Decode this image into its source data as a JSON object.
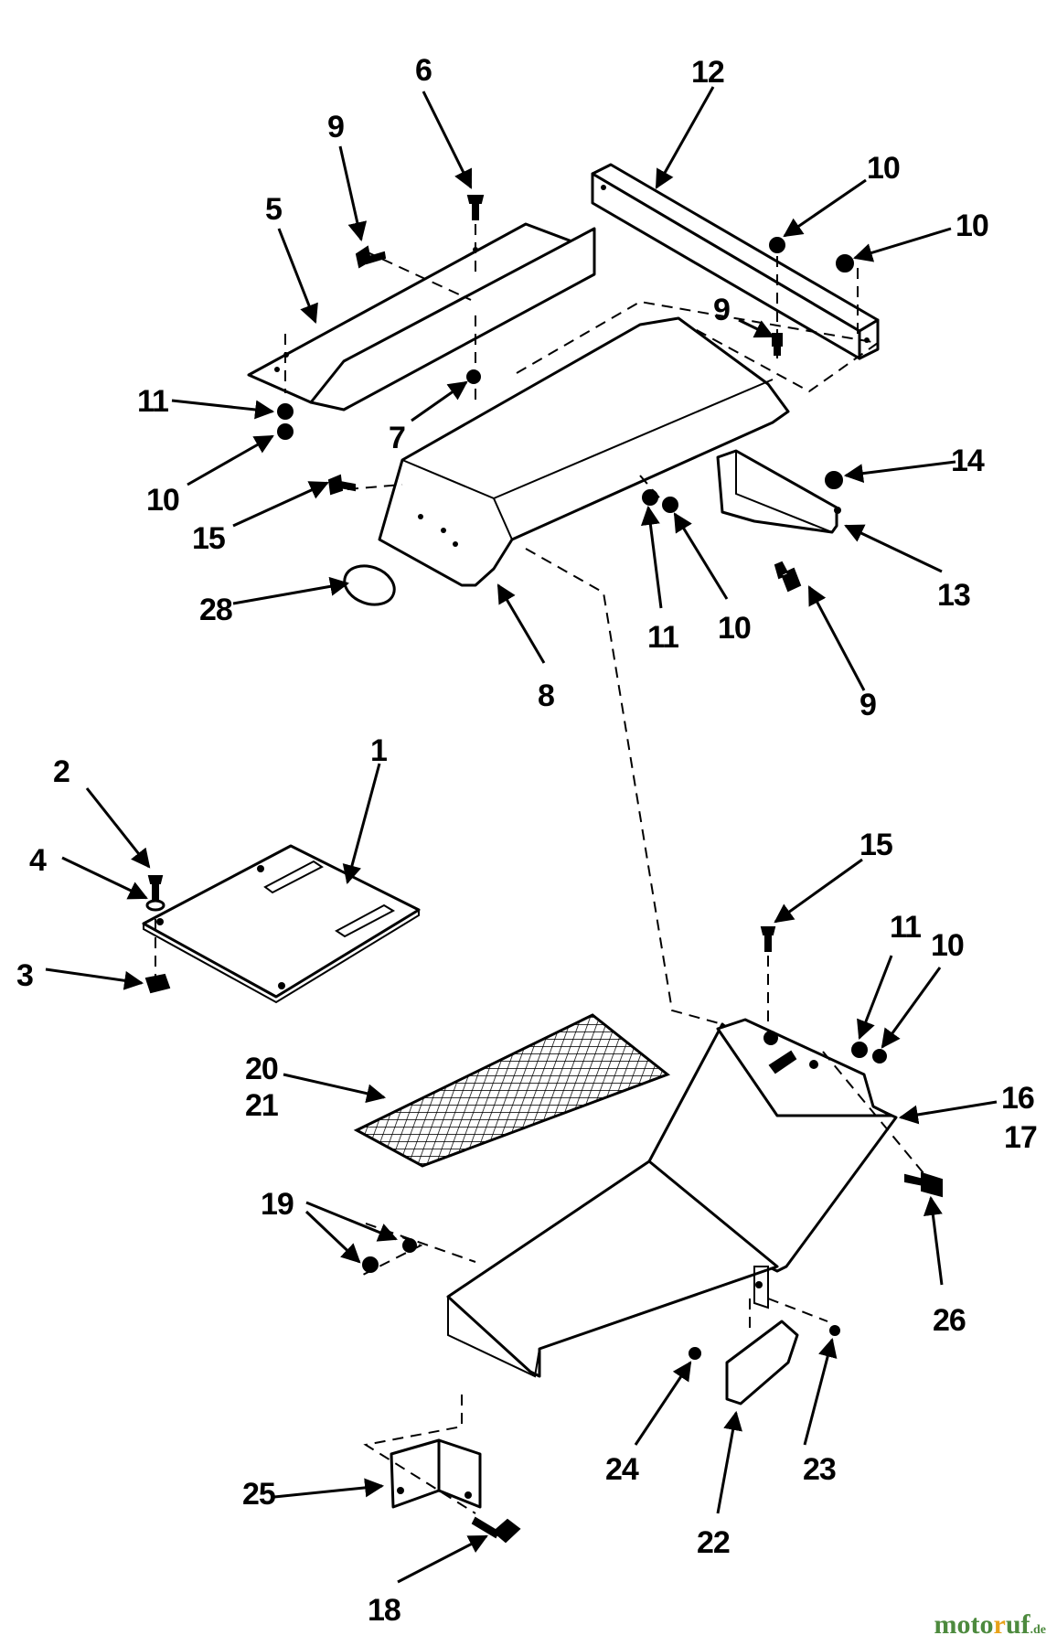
{
  "callouts": {
    "c1": "1",
    "c2": "2",
    "c3": "3",
    "c4": "4",
    "c5": "5",
    "c6": "6",
    "c7": "7",
    "c8": "8",
    "c9a": "9",
    "c9b": "9",
    "c9c": "9",
    "c10a": "10",
    "c10b": "10",
    "c10c": "10",
    "c10d": "10",
    "c10e": "10",
    "c11a": "11",
    "c11b": "11",
    "c11c": "11",
    "c12": "12",
    "c13": "13",
    "c14": "14",
    "c15a": "15",
    "c15b": "15",
    "c16": "16",
    "c17": "17",
    "c18": "18",
    "c19": "19",
    "c20": "20",
    "c21": "21",
    "c22": "22",
    "c23": "23",
    "c24": "24",
    "c25": "25",
    "c26": "26",
    "c28": "28"
  },
  "watermark": {
    "brand_main": "moto",
    "brand_accent": "r",
    "brand_rest": "uf",
    "tld": ".de",
    "main_color": "#4d8a3e",
    "accent_color": "#e8a21a"
  }
}
